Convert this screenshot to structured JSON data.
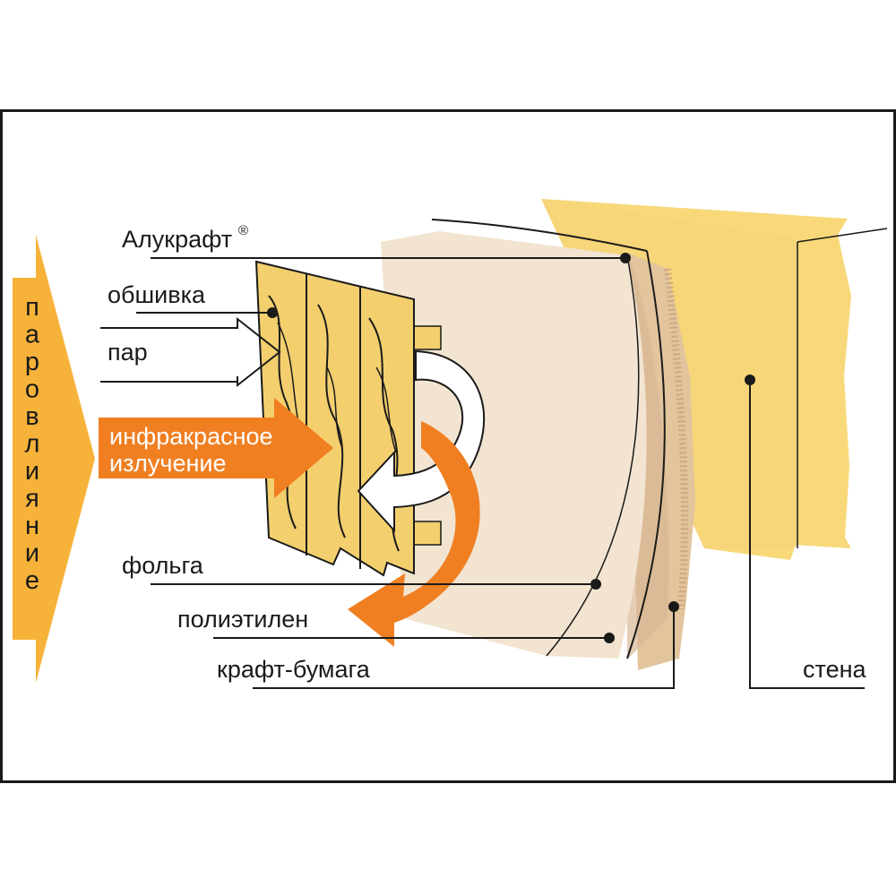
{
  "diagram": {
    "vertical_label": "паровлияние",
    "labels": {
      "alukraft": "Алукрафт",
      "registered_mark": "®",
      "cladding": "обшивка",
      "steam": "пар",
      "infrared_line1": "инфракрасное",
      "infrared_line2": "излучение",
      "foil": "фольга",
      "polyethylene": "полиэтилен",
      "kraft_paper": "крафт-бумага",
      "wall": "стена"
    },
    "colors": {
      "frame": "#1a1a1a",
      "vapor_arrow": "#f7b23a",
      "infrared": "#f07f22",
      "wall": "#f8d878",
      "cladding": "#f3cf6e",
      "membrane": "#f2e4d0",
      "kraft_edge": "#d9b894",
      "line": "#1a1a1a"
    }
  }
}
